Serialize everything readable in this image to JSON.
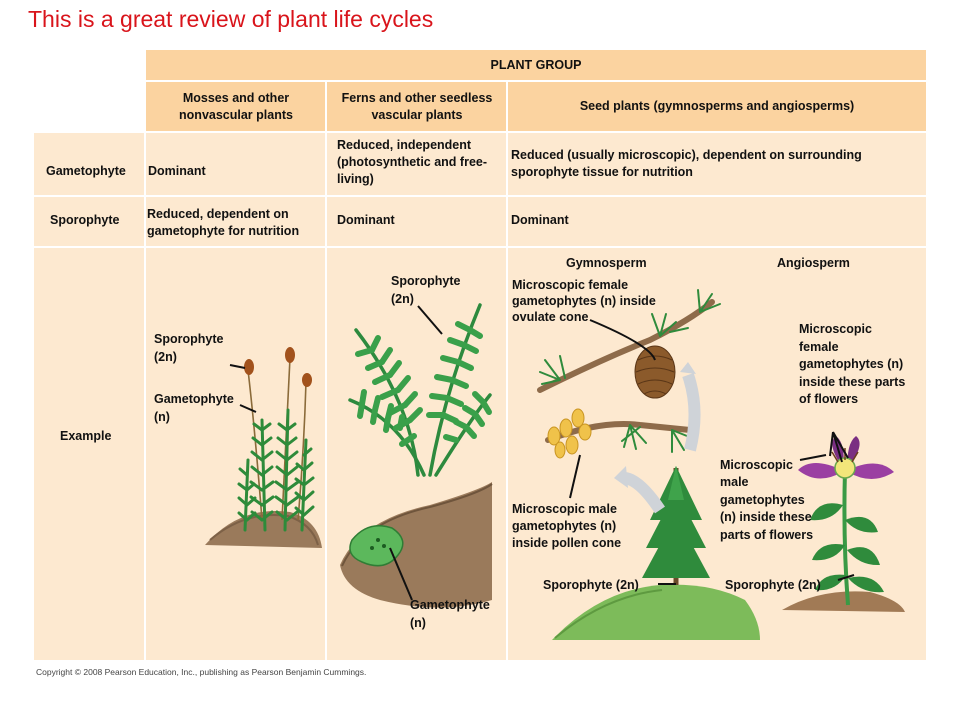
{
  "slide": {
    "title": "This is a great review of plant life cycles"
  },
  "table": {
    "group_header": "PLANT GROUP",
    "columns": [
      "Mosses and other nonvascular plants",
      "Ferns and other seedless vascular plants",
      "Seed plants (gymnosperms and angiosperms)"
    ],
    "rows": [
      {
        "label": "Gametophyte",
        "cells": [
          "Dominant",
          "Reduced, independent (photosynthetic and free-living)",
          "Reduced (usually microscopic), dependent on surrounding sporophyte tissue for nutrition"
        ]
      },
      {
        "label": "Sporophyte",
        "cells": [
          "Reduced, dependent on gametophyte for nutrition",
          "Dominant",
          "Dominant"
        ]
      },
      {
        "label": "Example"
      }
    ]
  },
  "examples": {
    "moss": {
      "sporophyte": "Sporophyte",
      "sporophyte_ploidy": "(2n)",
      "gametophyte": "Gametophyte",
      "gametophyte_ploidy": "(n)"
    },
    "fern": {
      "sporophyte": "Sporophyte",
      "sporophyte_ploidy": "(2n)",
      "gametophyte": "Gametophyte",
      "gametophyte_ploidy": "(n)"
    },
    "seed": {
      "gymnosperm": "Gymnosperm",
      "angiosperm": "Angiosperm",
      "female_cone_label": "Microscopic female gametophytes (n) inside ovulate cone",
      "male_cone_label": "Microscopic male gametophytes (n) inside pollen cone",
      "gymno_sporophyte": "Sporophyte (2n)",
      "angio_female_label": "Microscopic female gametophytes (n) inside these parts of flowers",
      "angio_male_label": "Microscopic male gametophytes (n) inside these parts of flowers",
      "angio_sporophyte": "Sporophyte (2n)"
    }
  },
  "footer": {
    "copyright": "Copyright © 2008 Pearson Education, Inc., publishing as Pearson Benjamin Cummings."
  },
  "colors": {
    "title_red": "#d9141b",
    "header_fill": "#fbd3a0",
    "body_fill": "#fde9d0"
  }
}
